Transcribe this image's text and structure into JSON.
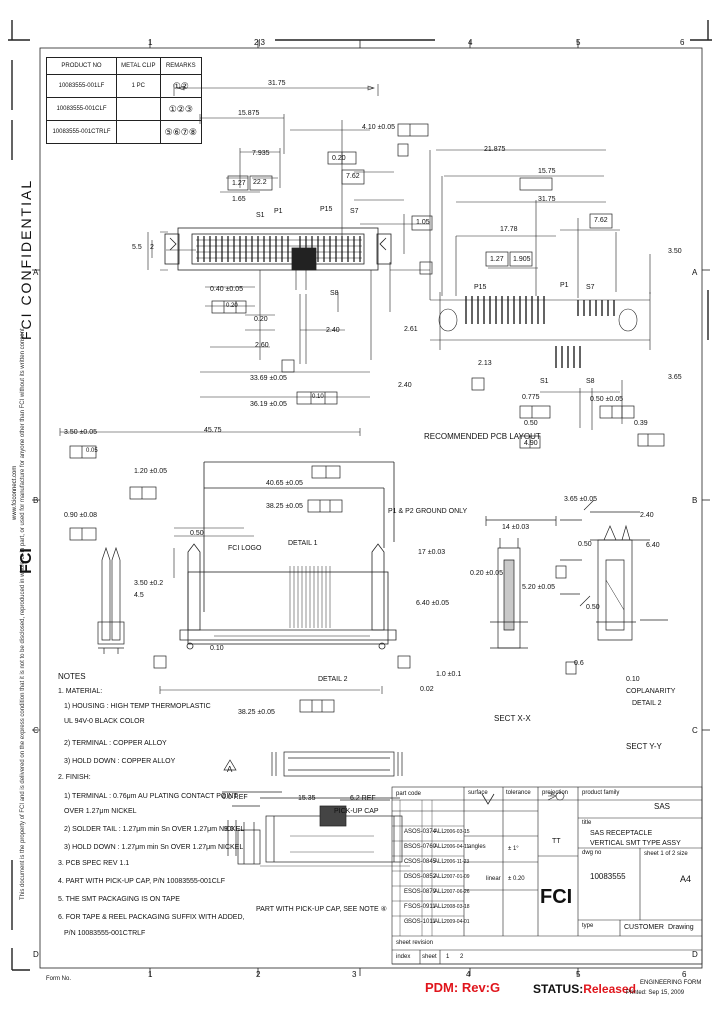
{
  "frame": {
    "col_top": [
      "1",
      "2|3",
      "4",
      "5",
      "6"
    ],
    "col_bottom": [
      "1",
      "2",
      "3",
      "4",
      "5",
      "6"
    ],
    "row_left": [
      "A",
      "B",
      "C",
      "D"
    ],
    "row_right": [
      "A",
      "B",
      "C",
      "D"
    ]
  },
  "bom": {
    "headers": [
      "PRODUCT NO",
      "METAL CLIP",
      "REMARKS"
    ],
    "rows": [
      {
        "pn": "10083555-001LF",
        "clip": "1 PC",
        "remarks": "①②"
      },
      {
        "pn": "10083555-001CLF",
        "clip": "",
        "remarks": "①②③"
      },
      {
        "pn": "10083555-001CTRLF",
        "clip": "",
        "remarks": "⑤⑥⑦⑧"
      }
    ]
  },
  "side": {
    "confidential": "FCI CONFIDENTIAL",
    "legal": "This document is the property of FCI and is delivered on the express condition that it is not to be disclosed, reproduced in whole or in part, or used for manufacture for anyone other than FCI without its written consent.",
    "fci_logo": "FCI",
    "fci_url": "www.fciconnect.com"
  },
  "dims_top": {
    "d3175a": "31.75",
    "d15875": "15.875",
    "d4_10": "4.10 ±0.05",
    "d7_935": "7.935",
    "d127": "1.27",
    "d0_20": "0.20",
    "d5_5": "5.5",
    "d2": "2",
    "d7_62": "7.62",
    "d1_05": "1.05",
    "d22_2": "22.2",
    "d1_65": "1.65",
    "s1": "S1",
    "p1": "P1",
    "s7": "S7",
    "p15": "P15",
    "s8": "S8",
    "d0_40_top": "0.40 ±0.05",
    "d0_20b": "0.20",
    "d2_40": "2.40",
    "d2_60": "2.60",
    "d33_69": "33.69 ±0.05",
    "d36_19": "36.19 ±0.05",
    "d45_75": "45.75",
    "d3_50": "3.50 ±0.05",
    "d1_20": "1.20 ±0.05",
    "d0_90": "0.90 ±0.08",
    "d0_05": "0.05",
    "d0_20c": "0.20",
    "d0_10": "0.10"
  },
  "pcb": {
    "d21875": "21.875",
    "d15_75": "15.75",
    "d31_75": "31.75",
    "d7_62b": "7.62",
    "d17_78": "17.78",
    "d1_27b": "1.27",
    "d1_905": "1.905",
    "d3_50": "3.50",
    "d3_65": "3.65",
    "d2_61": "2.61",
    "d2_13": "2.13",
    "d2_40": "2.40",
    "d0_775": "0.775",
    "d0_50": "0.50",
    "d4_90": "4.90",
    "d0_39": "0.39",
    "d0_50b": "0.50 ±0.05",
    "title": "RECOMMENDED PCB LAYOUT",
    "p15": "P15",
    "s7": "S7",
    "s8": "S8",
    "sa": "S1",
    "p1": "P1"
  },
  "front": {
    "d40_65": "40.65 ±0.05",
    "d38_25": "38.25 ±0.05",
    "d0_50": "0.50",
    "d3_50": "3.50 ±0.2",
    "d4_5": "4.5",
    "fci_logo": "FCI LOGO",
    "detail1": "DETAIL 1",
    "detail2": "DETAIL 2",
    "p1p2": "P1 & P2 GROUND ONLY",
    "d14": "14 ±0.03",
    "d17": "17 ±0.03",
    "d3_65": "3.65 ±0.05",
    "d2_40": "2.40",
    "d6_40": "6.40",
    "d0_50b": "0.50",
    "d0_20": "0.20 ±0.05",
    "d5_20": "5.20 ±0.05",
    "d6_40b": "6.40 ±0.05",
    "d0_10": "0.10",
    "d0_02": "0.02",
    "d0_6": "0.6",
    "d1_0": "1.0 ±0.1",
    "d38_25b": "38.25 ±0.05",
    "sectxx": "SECT X-X",
    "sectyy": "SECT Y-Y",
    "coplan": "COPLANARITY",
    "detail2b": "DETAIL 2",
    "ccc": "0.10"
  },
  "notes": {
    "title": "NOTES",
    "lines": [
      "1. MATERIAL:",
      "   1) HOUSING : HIGH TEMP THERMOPLASTIC",
      "              UL 94V-0 BLACK COLOR",
      "   2) TERMINAL : COPPER ALLOY",
      "   3) HOLD DOWN : COPPER ALLOY",
      "2. FINISH:",
      "   1) TERMINAL : 0.76μm AU PLATING CONTACT POINT",
      "              OVER 1.27μm NICKEL",
      "   2) SOLDER TAIL : 1.27μm min Sn OVER 1.27μm NICKEL",
      "   3) HOLD DOWN : 1.27μm min Sn OVER 1.27μm NICKEL",
      "3. PCB SPEC REV 1.1",
      "4. PART WITH PICK-UP CAP, P/N 10083555-001CLF",
      "5. THE SMT PACKAGING IS ON TAPE",
      "6. FOR TAPE & REEL PACKAGING SUFFIX WITH ADDED,",
      "   P/N 10083555-001CTRLF"
    ],
    "pickup": "PART WITH PICK-UP CAP, SEE NOTE ④",
    "pickcap": "PICK-UP CAP",
    "d6_0": "6.0 REF",
    "d15_35": "15.35",
    "d6_2": "6.2 REF",
    "d9_0": "9.0",
    "tri": "A"
  },
  "title_block": {
    "part_code": "part code",
    "surface": "surface",
    "tolerance": "tolerance",
    "projection": "projection",
    "product_family_lbl": "product family",
    "product_family": "SAS",
    "title_lbl": "title",
    "title1": "SAS RECEPTACLE",
    "title2": "VERTICAL SMT TYPE ASSY",
    "dwg_lbl": "dwg no",
    "dwg_no": "10083555",
    "sheet_lbl": "sheet 1 of 2 size",
    "size": "A4",
    "type_lbl": "type",
    "type": "CUSTOMER",
    "drawing": "Drawing",
    "scale": "TT",
    "linear": "linear",
    "angles": "angles",
    "tol_pm": "± 0.20",
    "tol_ang": "± 1°",
    "sheet_revision": "sheet revision",
    "index_sheet": "index",
    "sheet": "sheet",
    "idx_vals": [
      "1",
      "2"
    ],
    "fci": "FCI",
    "revs": [
      {
        "r": "A",
        "ecn": "SOS-0374",
        "by": "ALL",
        "date": "2006-03-15"
      },
      {
        "r": "B",
        "ecn": "SOS-0760",
        "by": "ALL",
        "date": "2006-04-11"
      },
      {
        "r": "C",
        "ecn": "SOS-0845",
        "by": "ALL",
        "date": "2006-11-23"
      },
      {
        "r": "D",
        "ecn": "SOS-0852",
        "by": "ALL",
        "date": "2007-01-09"
      },
      {
        "r": "E",
        "ecn": "SOS-0879",
        "by": "ALL",
        "date": "2007-06-26"
      },
      {
        "r": "F",
        "ecn": "SOS-0911",
        "by": "ALL",
        "date": "2008-03-18"
      },
      {
        "r": "G",
        "ecn": "SOS-1011",
        "by": "ALL",
        "date": "2009-04-01"
      }
    ]
  },
  "footer": {
    "pdm": "PDM: Rev:G",
    "status_lbl": "STATUS:",
    "status_val": "Released",
    "printed": "Printed: Sep 15, 2009",
    "print_note": "ENGINEERING FORM",
    "form": "Form No."
  }
}
